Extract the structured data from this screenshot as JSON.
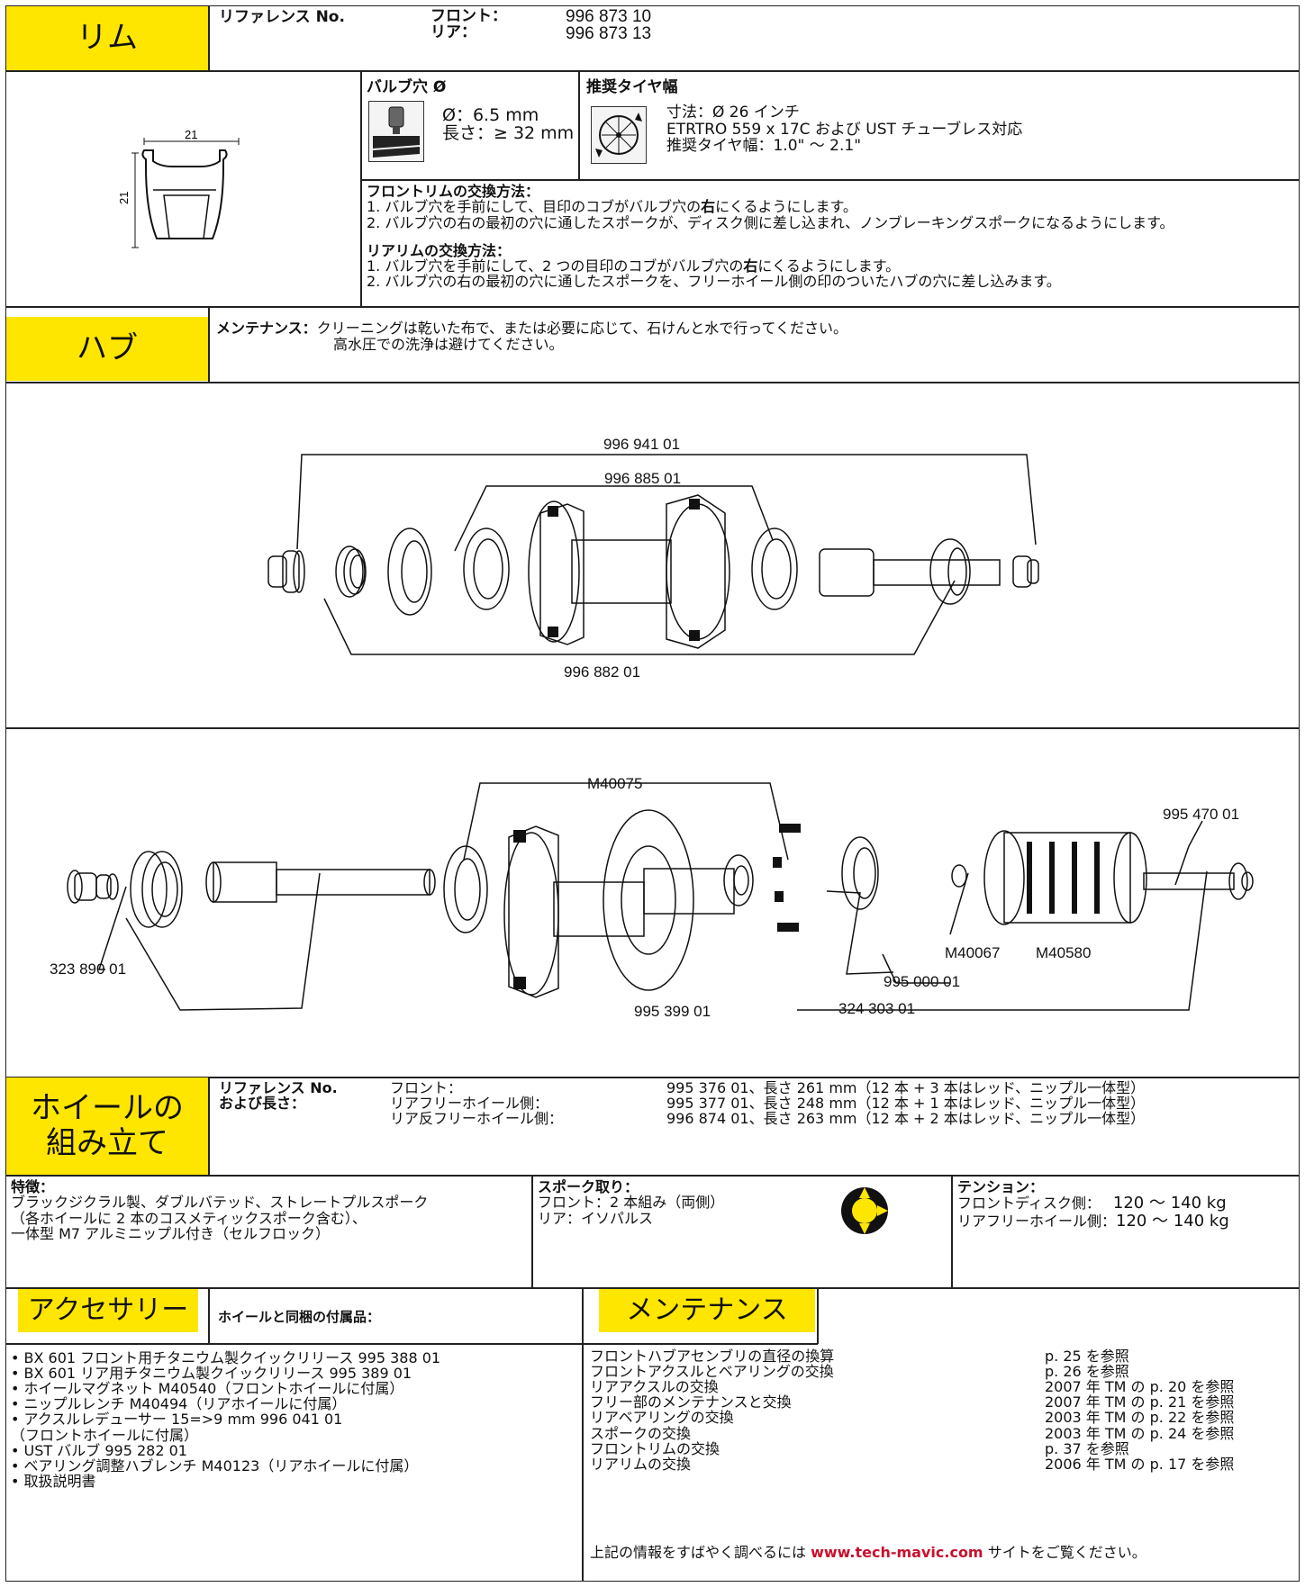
{
  "rim": {
    "title": "リム",
    "ref_label": "リファレンス No.",
    "front_label": "フロント：",
    "rear_label": "リア：",
    "front_ref": "996 873 10",
    "rear_ref": "996 873 13",
    "profile_width": "21",
    "profile_height": "21",
    "valve": {
      "heading": "バルブ穴 Ø",
      "diameter": "Ø：6.5 mm",
      "length": "長さ：≥ 32 mm"
    },
    "tire": {
      "heading": "推奨タイヤ幅",
      "line1": "寸法：Ø 26 インチ",
      "line2": "ETRTRO 559 x 17C および UST チューブレス対応",
      "line3": "推奨タイヤ幅：1.0\" ～ 2.1\""
    },
    "front_swap": {
      "heading": "フロントリムの交換方法：",
      "step1_pre": "1. バルブ穴を手前にして、目印のコブがバルブ穴の",
      "step1_bold": "右",
      "step1_post": "にくるようにします。",
      "step2": "2. バルブ穴の右の最初の穴に通したスポークが、ディスク側に差し込まれ、ノンブレーキングスポークになるようにします。"
    },
    "rear_swap": {
      "heading": "リアリムの交換方法：",
      "step1_pre": "1. バルブ穴を手前にして、2 つの目印のコブがバルブ穴の",
      "step1_bold": "右",
      "step1_post": "にくるようにします。",
      "step2": "2. バルブ穴の右の最初の穴に通したスポークを、フリーホイール側の印のついたハブの穴に差し込みます。"
    }
  },
  "hub": {
    "title": "ハブ",
    "maint_label": "メンテナンス：",
    "maint_line1": "クリーニングは乾いた布で、または必要に応じて、石けんと水で行ってください。",
    "maint_line2": "高水圧での洗浄は避けてください。",
    "front_parts": {
      "top": "996 941 01",
      "middle": "996 885 01",
      "bottom": "996 882 01"
    },
    "rear_parts": {
      "bearing": "M40075",
      "axle_end": "995 470 01",
      "endcap": "323 890 01",
      "axle": "995 399 01",
      "pawls": "324 303 01",
      "seal": "995 000 01",
      "washer": "M40067",
      "freehub": "M40580"
    }
  },
  "assembly": {
    "title_line1": "ホイールの",
    "title_line2": "組み立て",
    "ref_label_line1": "リファレンス No.",
    "ref_label_line2": "および長さ：",
    "rows": [
      {
        "side": "フロント：",
        "value": "995 376 01、長さ 261 mm（12 本 + 3 本はレッド、ニップル一体型）"
      },
      {
        "side": "リアフリーホイール側：",
        "value": "995 377 01、長さ 248 mm（12 本 + 1 本はレッド、ニップル一体型）"
      },
      {
        "side": "リア反フリーホイール側：",
        "value": "996 874 01、長さ 263 mm（12 本 + 2 本はレッド、ニップル一体型）"
      }
    ],
    "features_heading": "特徴：",
    "features": [
      "ブラックジクラル製、ダブルバテッド、ストレートプルスポーク",
      "（各ホイールに 2 本のコスメティックスポーク含む）、",
      "一体型 M7 アルミニップル付き（セルフロック）"
    ],
    "lacing_heading": "スポーク取り：",
    "lacing": [
      "フロント：2 本組み（両側）",
      "リア：イソパルス"
    ],
    "tension_heading": "テンション：",
    "tension": [
      {
        "label": "フロントディスク側：",
        "value": "120 ～ 140 kg"
      },
      {
        "label": "リアフリーホイール側：",
        "value": "120 ～ 140 kg"
      }
    ]
  },
  "accessories": {
    "title": "アクセサリー",
    "subtitle": "ホイールと同梱の付属品：",
    "items": [
      "• BX 601 フロント用チタニウム製クイックリリース 995 388 01",
      "• BX 601 リア用チタニウム製クイックリリース 995 389 01",
      "• ホイールマグネット M40540（フロントホイールに付属）",
      "• ニップルレンチ M40494（リアホイールに付属）",
      "• アクスルレデューサー 15=>9 mm 996 041 01",
      "（フロントホイールに付属）",
      "• UST バルブ 995 282 01",
      "• ベアリング調整ハブレンチ M40123（リアホイールに付属）",
      "• 取扱説明書"
    ]
  },
  "maintenance": {
    "title": "メンテナンス",
    "rows": [
      {
        "task": "フロントハブアセンブリの直径の換算",
        "ref": "p. 25 を参照"
      },
      {
        "task": "フロントアクスルとベアリングの交換",
        "ref": "p. 26 を参照"
      },
      {
        "task": "リアアクスルの交換",
        "ref": "2007 年 TM の p. 20 を参照"
      },
      {
        "task": "フリー部のメンテナンスと交換",
        "ref": "2007 年 TM の p. 21 を参照"
      },
      {
        "task": "リアベアリングの交換",
        "ref": "2003 年 TM の p. 22 を参照"
      },
      {
        "task": "スポークの交換",
        "ref": "2003 年 TM の p. 24 を参照"
      },
      {
        "task": "フロントリムの交換",
        "ref": "p. 37 を参照"
      },
      {
        "task": "リアリムの交換",
        "ref": "2006 年 TM の p. 17 を参照"
      }
    ],
    "footer_pre": "上記の情報をすばやく調べるには ",
    "footer_link": "www.tech-mavic.com",
    "footer_post": " サイトをご覧ください。"
  }
}
